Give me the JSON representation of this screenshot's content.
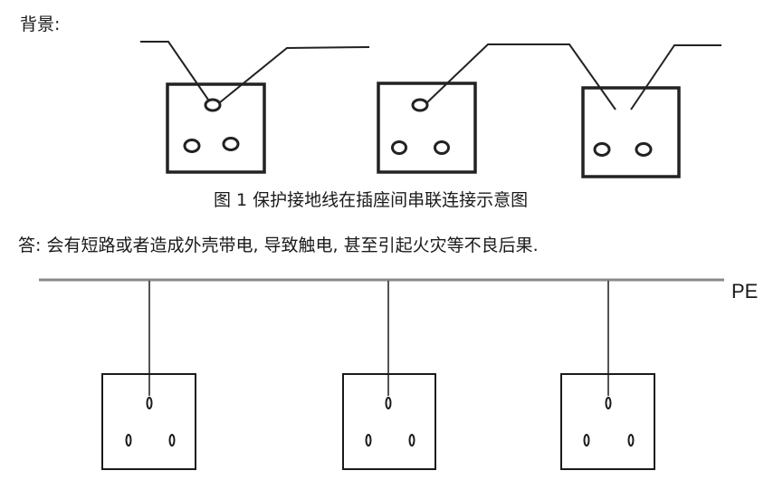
{
  "background_label": "背景:",
  "figure1": {
    "caption": "图 1   保护接地线在插座间串联连接示意图",
    "sockets": [
      {
        "id": "socket-1",
        "holes": 3,
        "earth_wires": 2
      },
      {
        "id": "socket-2",
        "holes": 3,
        "earth_wires": 1
      },
      {
        "id": "socket-3",
        "holes": 2,
        "earth_wires": 2,
        "earth_hole": "missing"
      }
    ]
  },
  "answer_text": "答: 会有短路或者造成外壳带电, 导致触电, 甚至引起火灾等不良后果.",
  "figure2": {
    "bus_label": "PE",
    "sockets": [
      {
        "id": "socket-a",
        "holes": 3
      },
      {
        "id": "socket-b",
        "holes": 3
      },
      {
        "id": "socket-c",
        "holes": 3
      }
    ]
  },
  "colors": {
    "line": "#1a1a1a",
    "bus": "#8a8a8a"
  }
}
